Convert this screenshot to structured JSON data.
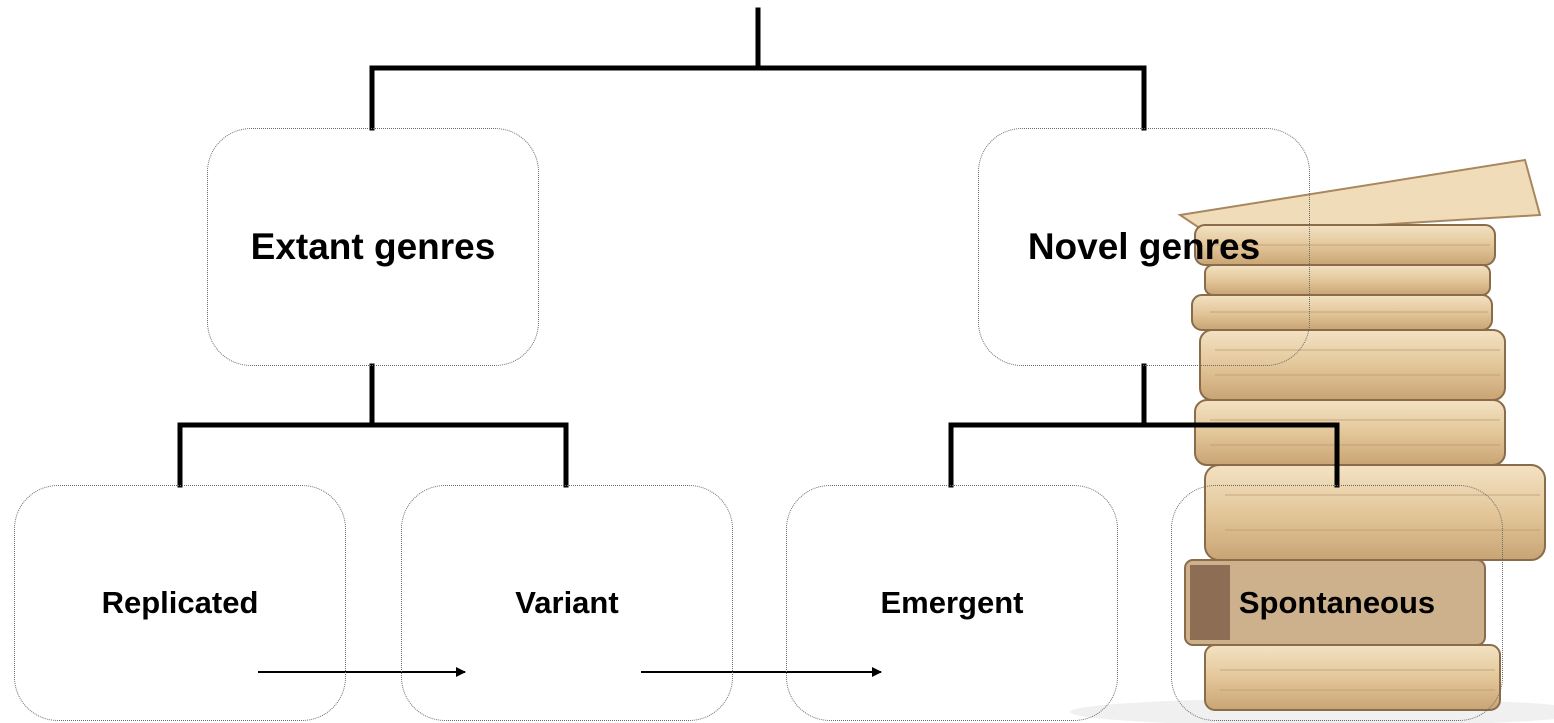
{
  "diagram": {
    "level1": {
      "extant": "Extant genres",
      "novel": "Novel genres"
    },
    "level2": {
      "replicated": "Replicated",
      "variant": "Variant",
      "emergent": "Emergent",
      "spontaneous": "Spontaneous"
    }
  },
  "colors": {
    "line": "#000000",
    "box_border": "#6a6a6a",
    "book_pages": "#e8cfa4",
    "book_cover": "#c9a680"
  },
  "decoration": {
    "image": "book-stack"
  }
}
